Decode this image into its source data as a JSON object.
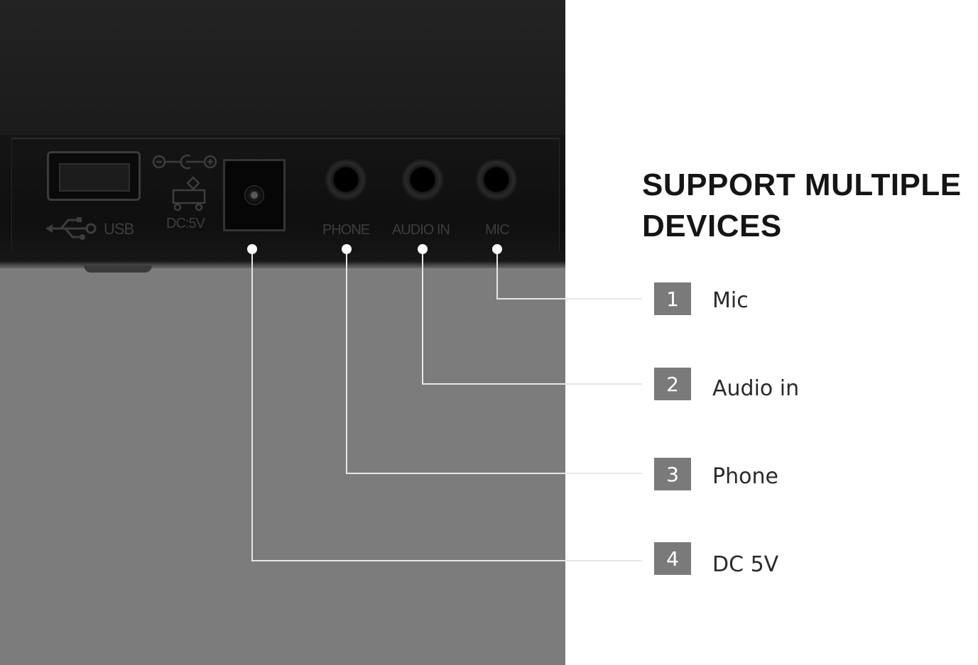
{
  "heading": {
    "line1": "SUPPORT MULTIPLE",
    "line2": "DEVICES"
  },
  "panel_labels": {
    "usb": "USB",
    "dc": "DC:5V",
    "phone": "PHONE",
    "audio_in": "AUDIO IN",
    "mic": "MIC"
  },
  "items": [
    {
      "number": "1",
      "label": "Mic"
    },
    {
      "number": "2",
      "label": "Audio in"
    },
    {
      "number": "3",
      "label": "Phone"
    },
    {
      "number": "4",
      "label": "DC 5V"
    }
  ],
  "colors": {
    "photo_gray": "#7c7c7c",
    "number_box": "#7a7a7a",
    "heading": "#151515",
    "leader_line": "#e6e6e6"
  }
}
